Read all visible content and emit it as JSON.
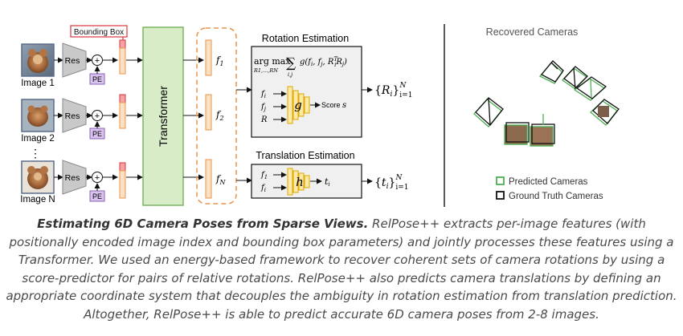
{
  "diagram": {
    "bbox_label": "Bounding Box",
    "images": [
      {
        "label": "Image 1",
        "feature": "f1"
      },
      {
        "label": "Image 2",
        "feature": "f2"
      },
      {
        "label": "Image N",
        "feature": "fN"
      }
    ],
    "ellipsis": "⋮",
    "res_label": "Res",
    "pe_label": "PE",
    "plus_symbol": "+",
    "transformer_label": "Transformer",
    "rotation": {
      "title": "Rotation Estimation",
      "argmax": "arg max",
      "argmax_sub": "R1,...,RN",
      "sum_symbol": "∑",
      "sum_sub": "i,j",
      "objective": "g(fi, fj, RiTRj)",
      "inputs": [
        "fi",
        "fj",
        "R"
      ],
      "network": "g",
      "output": "Score s",
      "result": "{Ri}i=1N"
    },
    "translation": {
      "title": "Translation Estimation",
      "inputs": [
        "f1",
        "fi"
      ],
      "network": "h",
      "output": "ti",
      "result": "{ti}i=1N"
    },
    "recovered": {
      "title": "Recovered Cameras",
      "legend": [
        {
          "label": "Predicted Cameras",
          "color": "#4caf50"
        },
        {
          "label": "Ground Truth Cameras",
          "color": "#111111"
        }
      ]
    }
  },
  "caption": {
    "title": "Estimating 6D Camera Poses from Sparse Views.",
    "body": " RelPose++ extracts per-image features (with positionally encoded image index and bounding box parameters) and jointly processes these features using a Transformer. We used an energy-based framework to recover coherent sets of camera rotations by using a score-predictor for pairs of relative rotations. RelPose++ also predicts camera translations by defining an appropriate coordinate system that decouples the ambiguity in rotation estimation from translation prediction. Altogether, RelPose++ is able to predict accurate 6D camera poses from 2-8 images."
  },
  "colors": {
    "res_fill": "#c9c9c9",
    "pe_fill": "#d9c3ee",
    "pe_stroke": "#8a63b8",
    "transformer_fill": "#d7ecc7",
    "transformer_stroke": "#7bb561",
    "feature_fill": "#fbe0c4",
    "feature_stroke": "#e8944a",
    "bbox_red": "#d9363e",
    "net_fill": "#fde9a8",
    "net_stroke": "#e0a800",
    "box_fill": "#f0f0f0"
  }
}
